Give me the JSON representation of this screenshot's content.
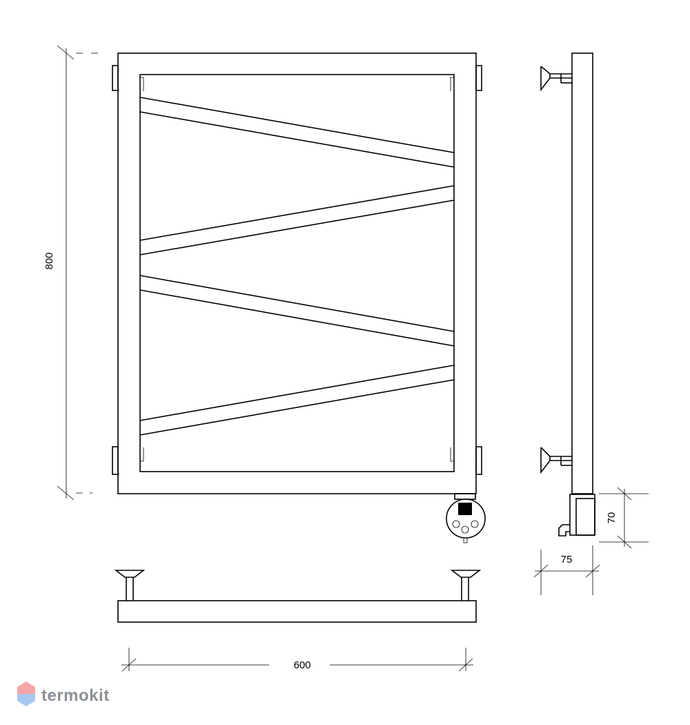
{
  "dimensions": {
    "height": "800",
    "width": "600",
    "depth": "75",
    "bracket_height": "70"
  },
  "brand": {
    "name": "termokit",
    "logo_icon": "hexagon-logo-icon",
    "colors": {
      "top": "#f4a6a6",
      "bottom": "#a9c8f0",
      "text": "#8a9096"
    }
  }
}
